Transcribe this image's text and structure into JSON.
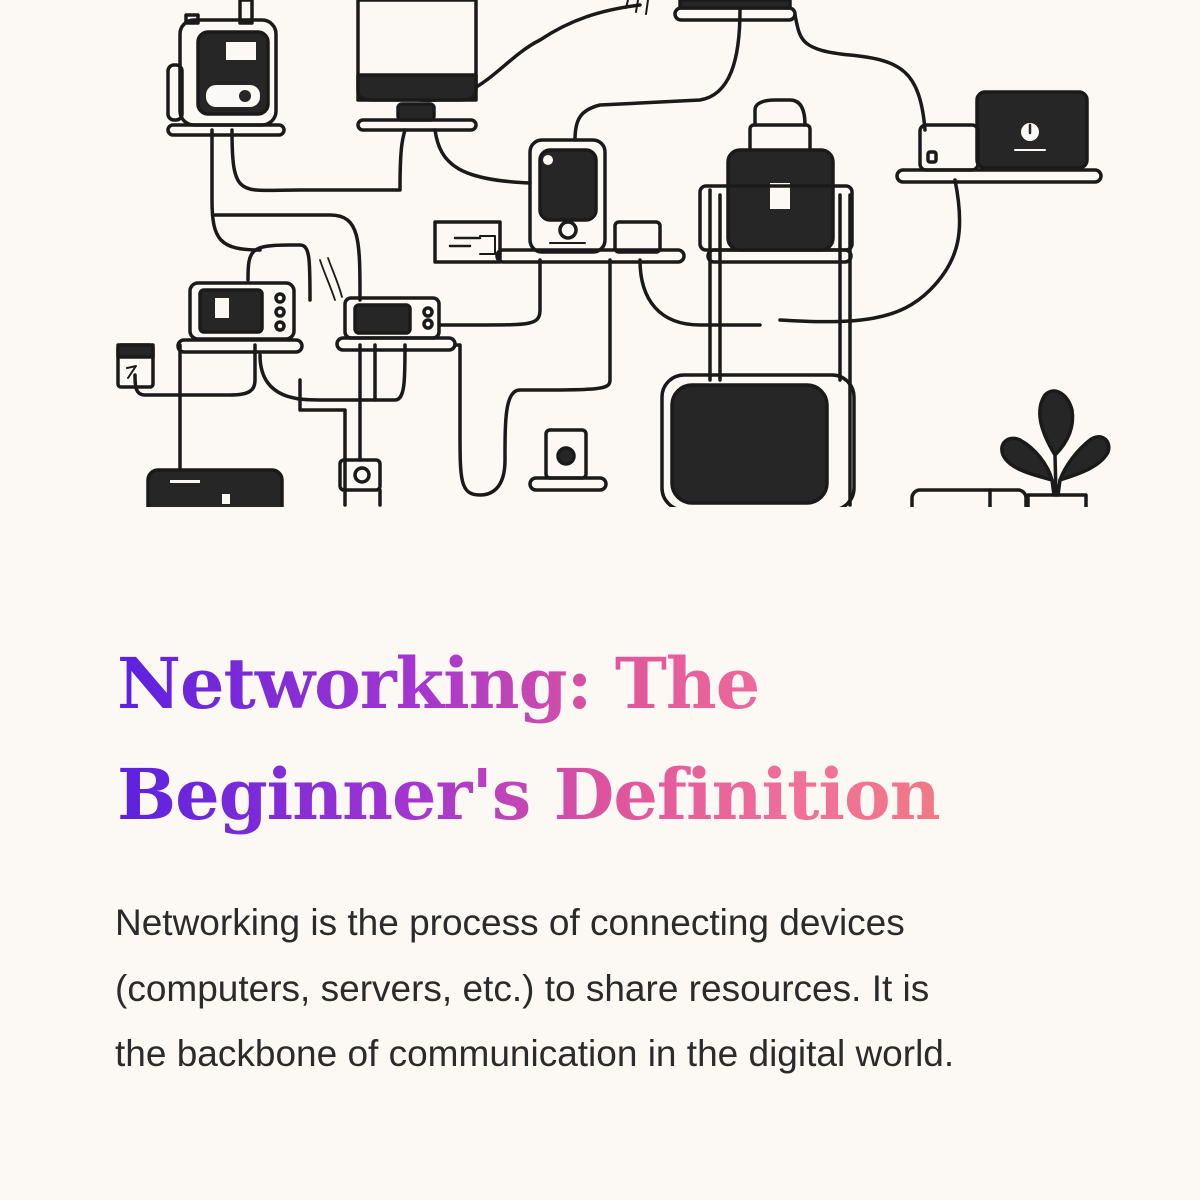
{
  "title": {
    "lines": [
      "Networking: The",
      "Beginner's Definition"
    ],
    "gradient_colors": [
      "#5b21e0",
      "#a436d0",
      "#e0559b",
      "#f0709a",
      "#f3836a"
    ]
  },
  "description": {
    "lines": [
      "Networking is the process of connecting devices",
      "(computers, servers, etc.) to share resources. It is",
      "the backbone of communication in the digital world."
    ]
  },
  "illustration": {
    "subject": "network-devices-icon",
    "stroke_color": "#1a1a1a",
    "fill_color": "#262626",
    "background": "#fcf9f5"
  }
}
